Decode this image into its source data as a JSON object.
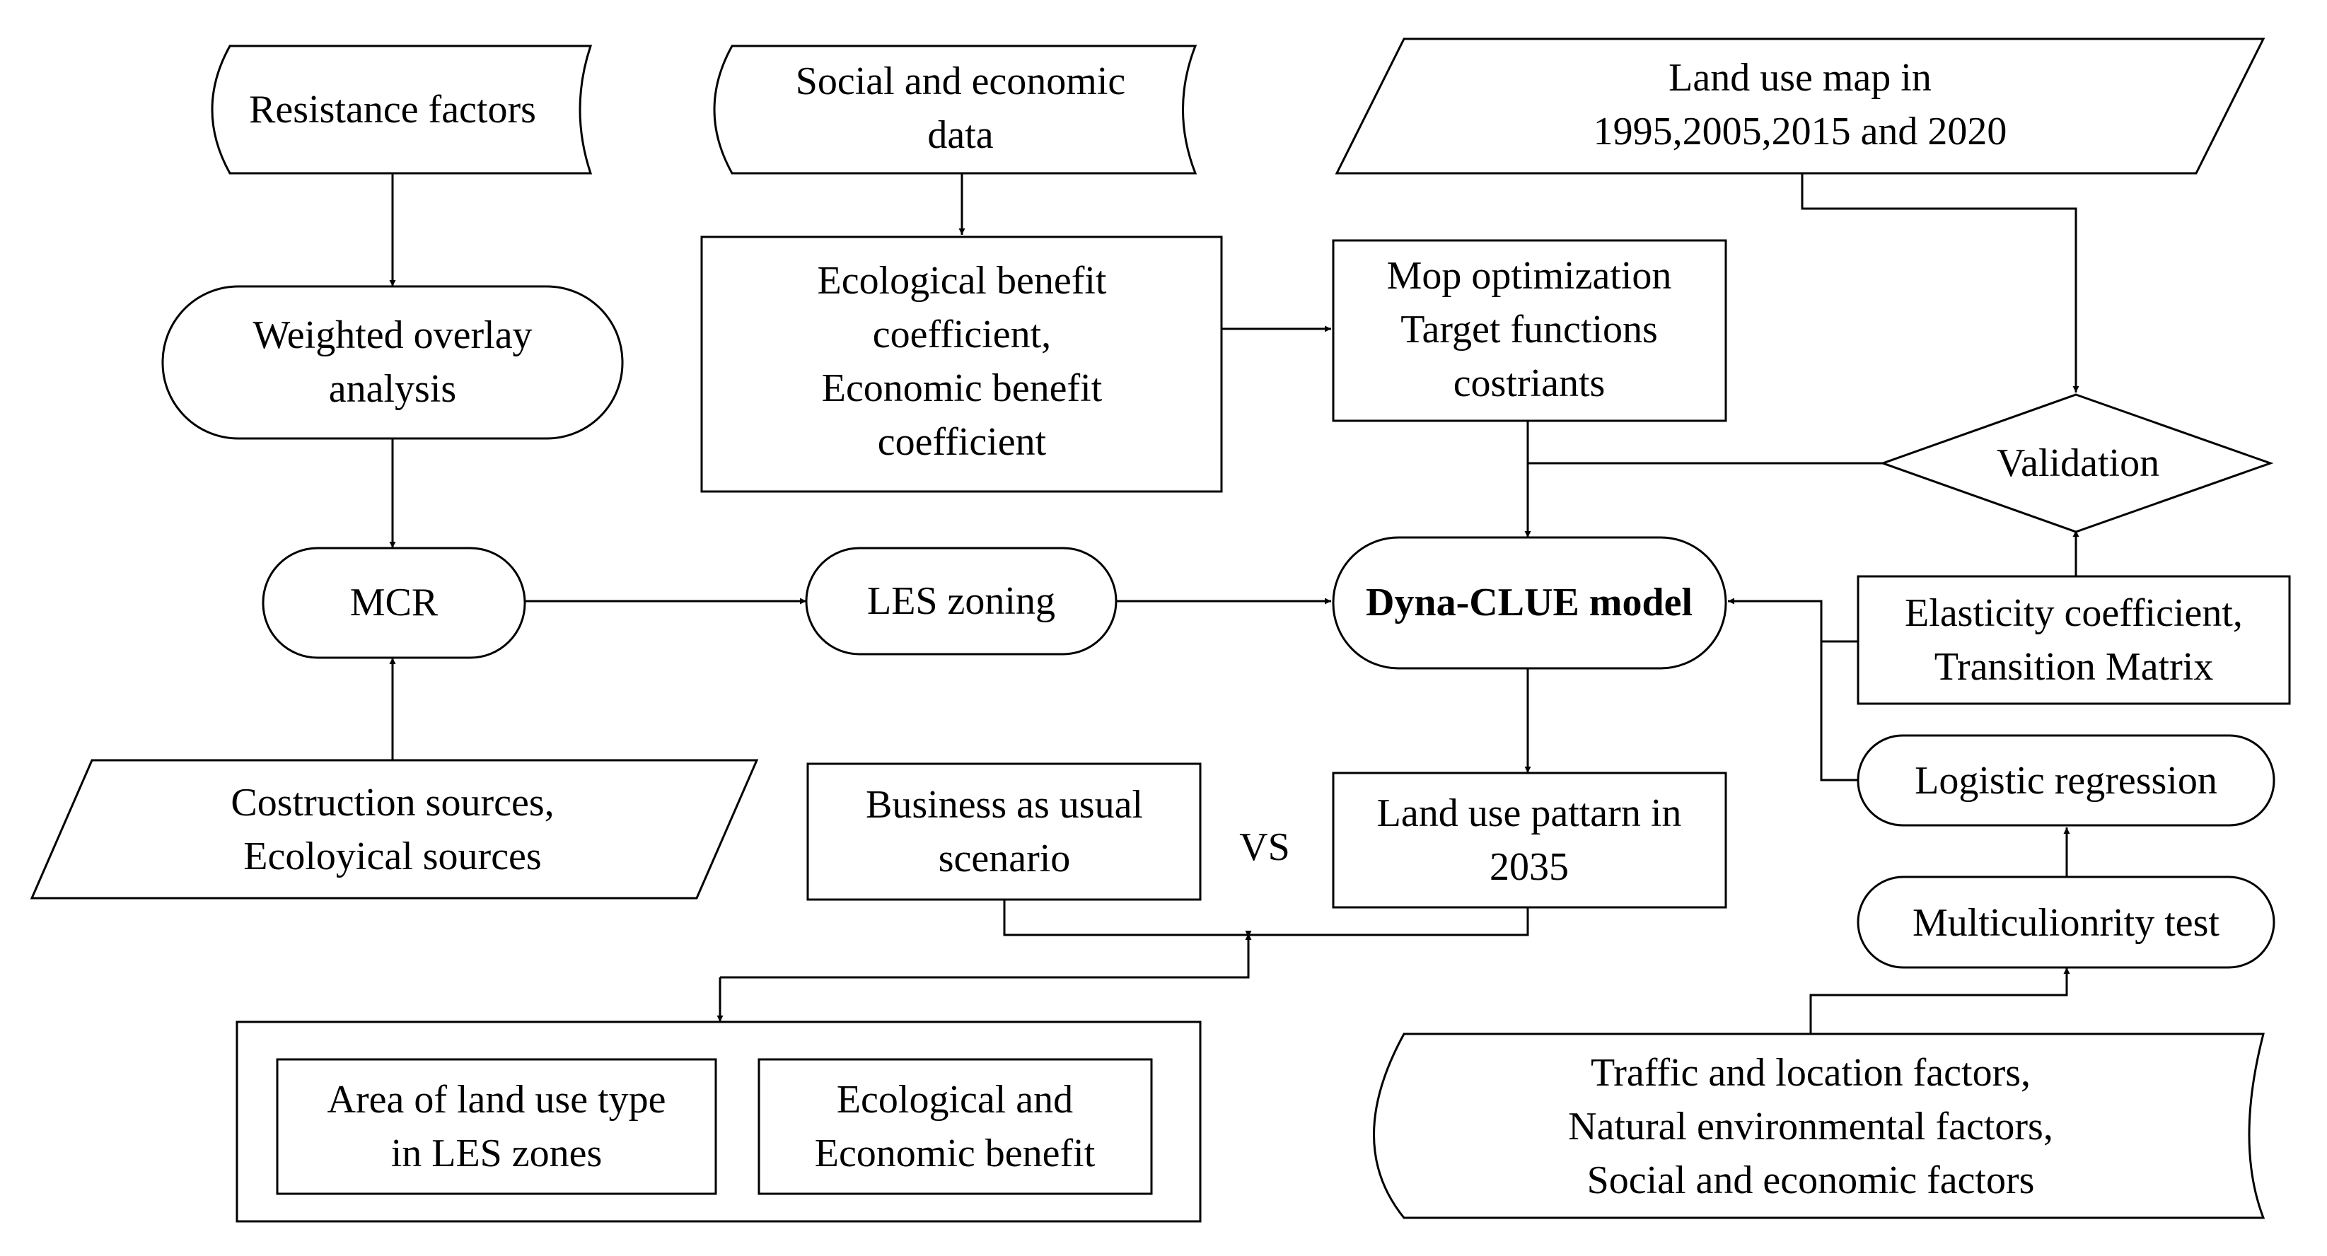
{
  "nodes": {
    "resistance": {
      "lines": [
        "Resistance factors"
      ]
    },
    "weighted": {
      "lines": [
        "Weighted overlay",
        "analysis"
      ]
    },
    "mcr": {
      "lines": [
        "MCR"
      ]
    },
    "construction": {
      "lines": [
        "Costruction sources,",
        "Ecoloyical sources"
      ]
    },
    "social_data": {
      "lines": [
        "Social and economic",
        "data"
      ]
    },
    "eco_coeff": {
      "lines": [
        "Ecological benefit",
        "coefficient,",
        "Economic benefit",
        "coefficient"
      ]
    },
    "les_zoning": {
      "lines": [
        "LES zoning"
      ]
    },
    "mop": {
      "lines": [
        "Mop optimization",
        "Target functions",
        "costriants"
      ]
    },
    "land_use_map": {
      "lines": [
        "Land use map in",
        "1995,2005,2015 and 2020"
      ]
    },
    "validation": {
      "lines": [
        "Validation"
      ]
    },
    "dyna_clue": {
      "lines": [
        "Dyna-CLUE model"
      ]
    },
    "elasticity": {
      "lines": [
        "Elasticity coefficient,",
        "Transition Matrix"
      ]
    },
    "logistic": {
      "lines": [
        "Logistic regression"
      ]
    },
    "multicol": {
      "lines": [
        "Multiculionrity test"
      ]
    },
    "factors": {
      "lines": [
        "Traffic and location factors,",
        "Natural environmental factors,",
        "Social and economic factors"
      ]
    },
    "business": {
      "lines": [
        "Business as usual",
        "scenario"
      ]
    },
    "vs": {
      "lines": [
        "VS"
      ]
    },
    "pattern_2035": {
      "lines": [
        "Land use pattarn in",
        "2035"
      ]
    },
    "area_type": {
      "lines": [
        "Area of land use type",
        "in LES zones"
      ]
    },
    "eco_econ": {
      "lines": [
        "Ecological and",
        "Economic benefit"
      ]
    }
  }
}
